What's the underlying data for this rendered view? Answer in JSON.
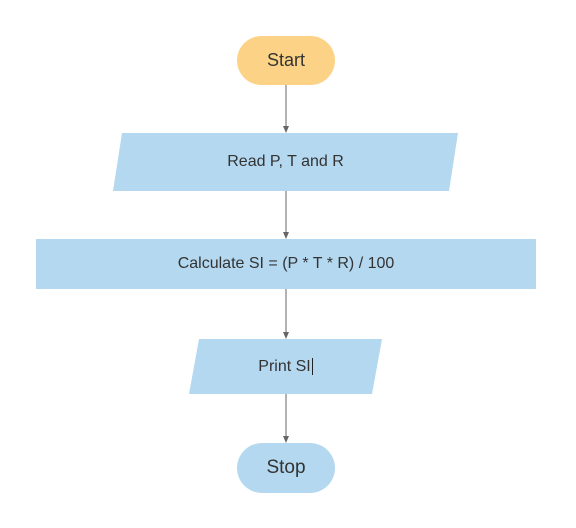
{
  "colors": {
    "terminal_start": "#fcd386",
    "process_fill": "#b4d8ef",
    "connector": "#666666",
    "text": "#333333"
  },
  "nodes": {
    "start": {
      "label": "Start",
      "shape": "terminal"
    },
    "read": {
      "label": "Read P, T and R",
      "shape": "parallelogram"
    },
    "calculate": {
      "label": "Calculate SI = (P * T * R) / 100",
      "shape": "rectangle"
    },
    "print": {
      "label": "Print SI",
      "shape": "parallelogram",
      "editing": true
    },
    "stop": {
      "label": "Stop",
      "shape": "terminal"
    }
  },
  "edges": [
    {
      "from": "start",
      "to": "read"
    },
    {
      "from": "read",
      "to": "calculate"
    },
    {
      "from": "calculate",
      "to": "print"
    },
    {
      "from": "print",
      "to": "stop"
    }
  ]
}
